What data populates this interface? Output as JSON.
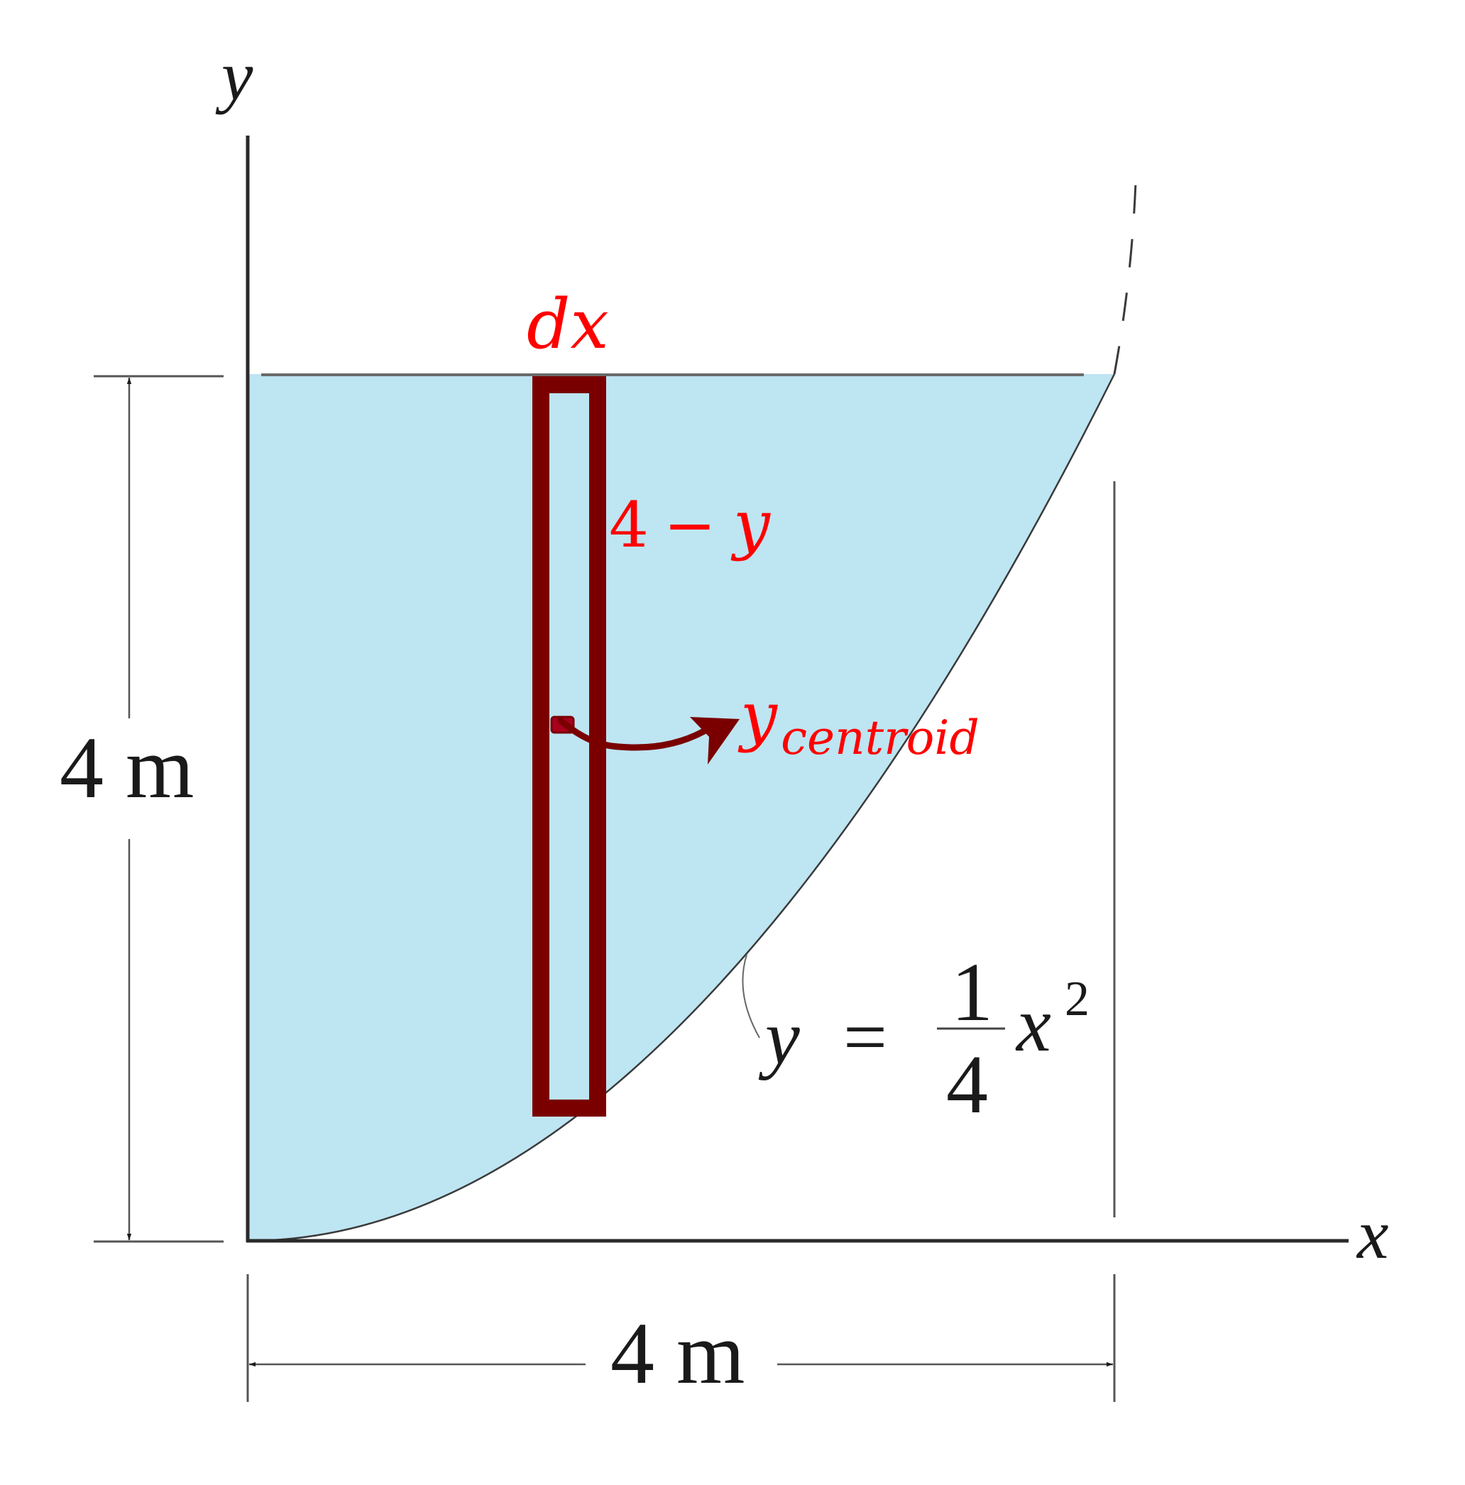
{
  "figure": {
    "axes": {
      "x_label": "x",
      "y_label": "y"
    },
    "dimensions": {
      "height": {
        "value": "4 m"
      },
      "width": {
        "value": "4 m"
      }
    },
    "curve": {
      "equation_lhs": "y",
      "equation_eq": "=",
      "equation_num": "1",
      "equation_den": "4",
      "equation_var": "x",
      "equation_exp": "2",
      "equation_text": "y = (1/4) x^2"
    },
    "element": {
      "width_label": "dx",
      "height_label_num": "4",
      "height_label_op": "−",
      "height_label_var": "y",
      "height_label_text": "4 − y",
      "centroid_label_main": "y",
      "centroid_label_sub": "centroid",
      "centroid_label_text": "y_centroid"
    },
    "colors": {
      "region_fill": "#bee5f2",
      "element_stroke": "#7a0000",
      "annotation_red": "#ff0000",
      "line_dark": "#333333"
    }
  }
}
